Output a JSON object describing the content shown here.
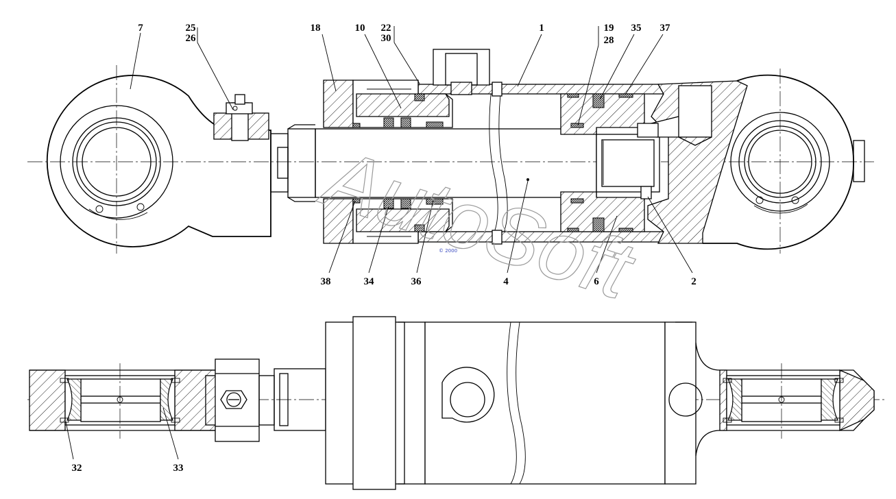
{
  "drawing": {
    "watermark": "AutoSoft",
    "watermark_small": "© 2000",
    "callouts": [
      {
        "id": "c7",
        "label": "7"
      },
      {
        "id": "c25",
        "label": "25"
      },
      {
        "id": "c26",
        "label": "26"
      },
      {
        "id": "c18",
        "label": "18"
      },
      {
        "id": "c10",
        "label": "10"
      },
      {
        "id": "c22",
        "label": "22"
      },
      {
        "id": "c30",
        "label": "30"
      },
      {
        "id": "c1",
        "label": "1"
      },
      {
        "id": "c19",
        "label": "19"
      },
      {
        "id": "c28",
        "label": "28"
      },
      {
        "id": "c35",
        "label": "35"
      },
      {
        "id": "c37",
        "label": "37"
      },
      {
        "id": "c38",
        "label": "38"
      },
      {
        "id": "c34",
        "label": "34"
      },
      {
        "id": "c36",
        "label": "36"
      },
      {
        "id": "c4",
        "label": "4"
      },
      {
        "id": "c6",
        "label": "6"
      },
      {
        "id": "c2",
        "label": "2"
      },
      {
        "id": "c32",
        "label": "32"
      },
      {
        "id": "c33",
        "label": "33"
      }
    ]
  }
}
